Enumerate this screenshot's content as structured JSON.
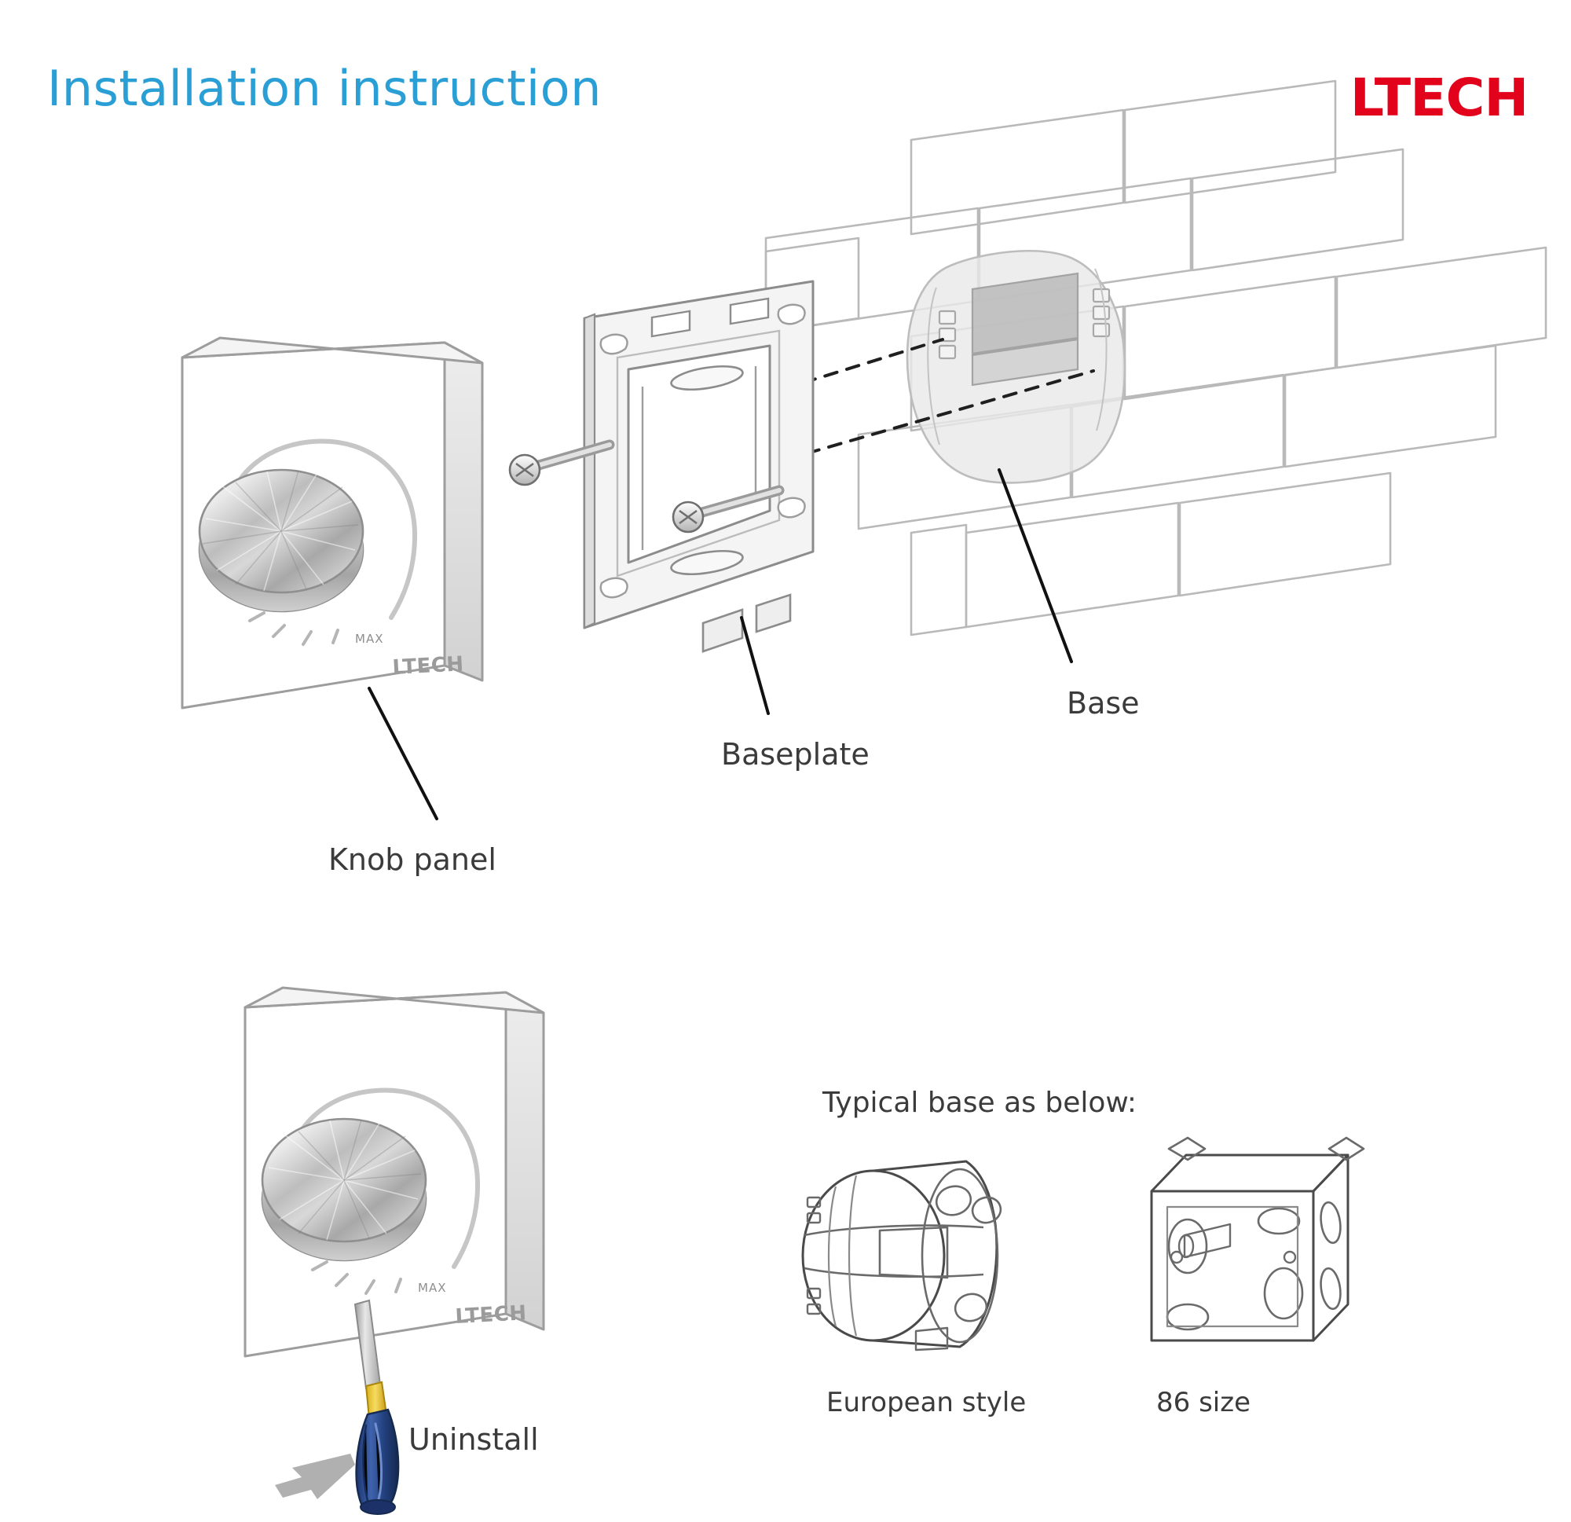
{
  "header": {
    "title": "Installation instruction",
    "brand": "LTECH",
    "title_color": "#2a9fd6",
    "brand_color": "#e2021b"
  },
  "labels": {
    "knob_panel": "Knob panel",
    "baseplate": "Baseplate",
    "base": "Base",
    "uninstall": "Uninstall",
    "typical_base": "Typical base as below:",
    "european_style": "European style",
    "size_86": "86 size"
  },
  "panel": {
    "brand_mark": "LTECH",
    "max_mark": "MAX"
  },
  "colors": {
    "outline": "#3f3f3f",
    "light_outline": "#9a9a9a",
    "metal_light": "#f2f2f2",
    "metal_mid": "#cfcfcf",
    "metal_dark": "#a9a9a9",
    "screwdriver_handle": "#2b4b8f",
    "screwdriver_collar": "#e8c63a",
    "arrow": "#9b9b9b"
  }
}
